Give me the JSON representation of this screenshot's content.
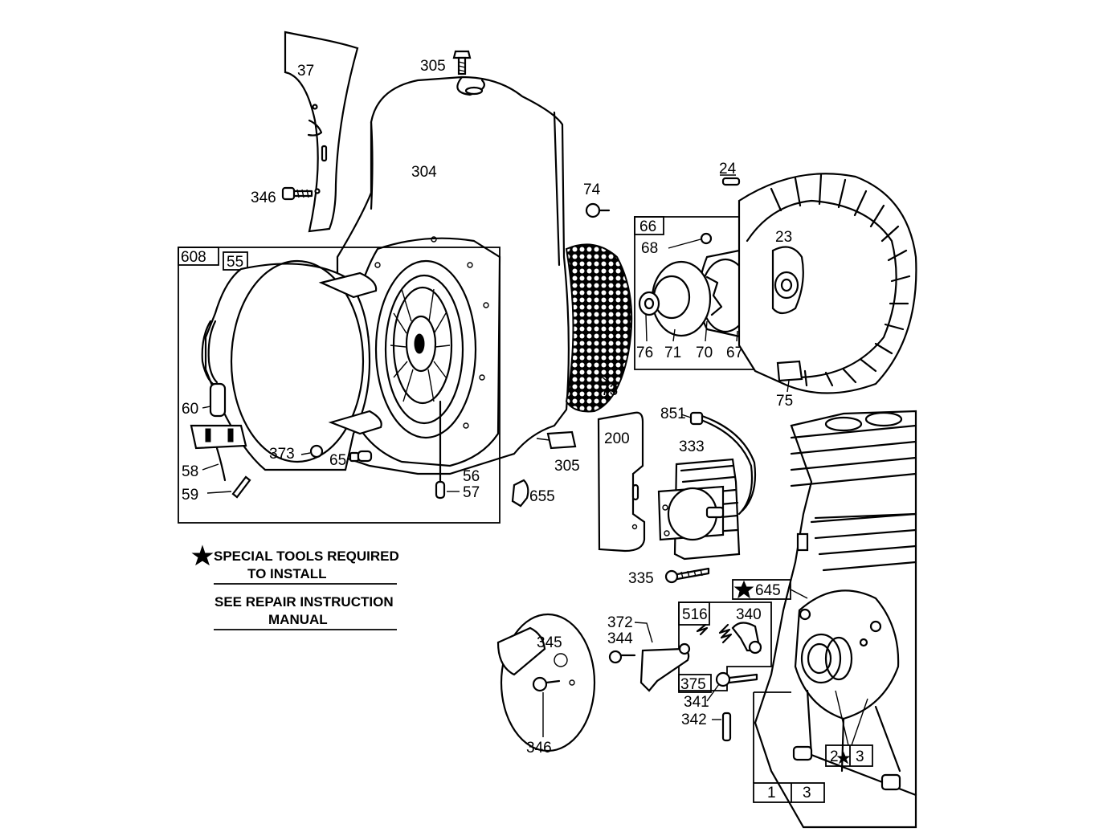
{
  "parts": {
    "p37": "37",
    "p305a": "305",
    "p304": "304",
    "p346a": "346",
    "p608": "608",
    "p55": "55",
    "p60": "60",
    "p58": "58",
    "p59": "59",
    "p373": "373",
    "p65": "65",
    "p56": "56",
    "p57": "57",
    "p305b": "305",
    "p73": "73",
    "p74": "74",
    "p66": "66",
    "p68": "68",
    "p76": "76",
    "p71": "71",
    "p70": "70",
    "p67": "67",
    "p24": "24",
    "p23": "23",
    "p75": "75",
    "p851": "851",
    "p200": "200",
    "p333": "333",
    "p655": "655",
    "p335": "335",
    "p645": "645",
    "p372": "372",
    "p344": "344",
    "p516": "516",
    "p340": "340",
    "p345": "345",
    "p375": "375",
    "p341": "341",
    "p342": "342",
    "p346b": "346",
    "p2": "2",
    "p3a": "3",
    "p1": "1",
    "p3b": "3"
  },
  "notes": {
    "special_tools_line1": "SPECIAL TOOLS REQUIRED",
    "special_tools_line2": "TO INSTALL",
    "repair_line1": "SEE REPAIR INSTRUCTION",
    "repair_line2": "MANUAL"
  },
  "colors": {
    "ink": "#000000",
    "paper": "#ffffff"
  }
}
